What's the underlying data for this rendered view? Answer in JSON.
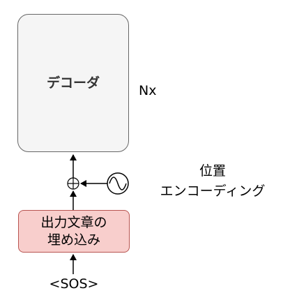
{
  "decoder": {
    "label": "デコーダ",
    "repeat": "Nx"
  },
  "embedding": {
    "line1": "出力文章の",
    "line2": "埋め込み"
  },
  "positional_encoding": {
    "line1": "位置",
    "line2": "エンコーディング"
  },
  "input_token": "<SOS>",
  "colors": {
    "decoder_fill": "#f5f5f5",
    "decoder_stroke": "#666666",
    "embedding_fill": "#f8cecc",
    "embedding_stroke": "#b85450"
  }
}
